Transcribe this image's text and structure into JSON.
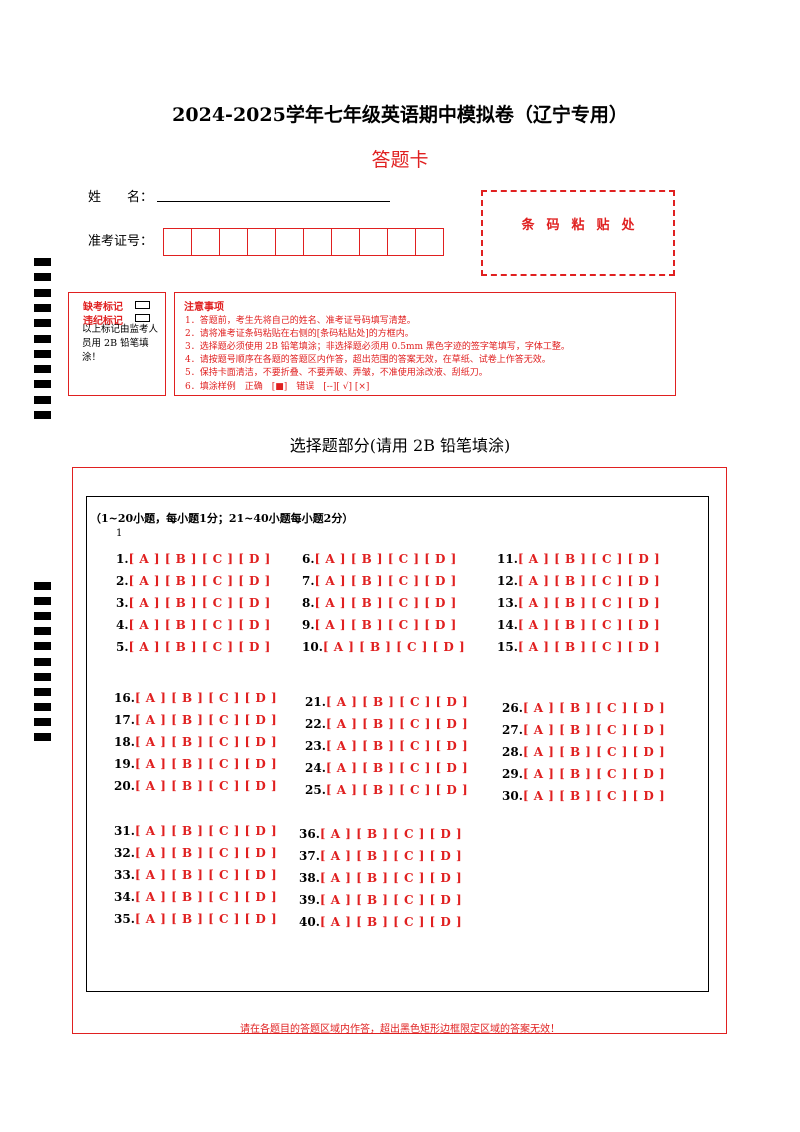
{
  "header": {
    "title": "2024-2025学年七年级英语期中模拟卷（辽宁专用）",
    "subtitle": "答题卡"
  },
  "candidate": {
    "name_label": "姓　　名：",
    "exam_no_label": "准考证号：",
    "exam_no_boxes": 10
  },
  "barcode": {
    "label": "条码粘贴处"
  },
  "marks": {
    "absent_label": "缺考标记",
    "violation_label": "违纪标记",
    "note": "以上标记由监考人员用 2B 铅笔填涂！"
  },
  "notes": {
    "title": "注意事项",
    "items": [
      "1．答题前，考生先将自己的姓名、准考证号码填写清楚。",
      "2．请将准考证条码粘贴在右侧的[条码粘贴处]的方框内。",
      "3．选择题必须使用 2B 铅笔填涂；非选择题必须用 0.5mm 黑色字迹的签字笔填写，字体工整。",
      "4．请按题号顺序在各题的答题区内作答，超出范围的答案无效，在草纸、试卷上作答无效。",
      "5．保持卡面清洁，不要折叠、不要弄破、弄皱，不准使用涂改液、刮纸刀。",
      "6．填涂样例　正确　[■]　错误　[--][ √] [×]"
    ]
  },
  "section": {
    "title": "选择题部分(请用 2B 铅笔填涂)",
    "instructions": "（1~20小题，每小题1分；21~40小题每小题2分）",
    "page_number": "1"
  },
  "questions": [
    {
      "num": "1.",
      "opts": "[ A ] [ B ] [ C ] [ D ]"
    },
    {
      "num": "2.",
      "opts": "[ A ] [ B ] [ C ] [ D ]"
    },
    {
      "num": "3.",
      "opts": "[ A ] [ B ] [ C ] [ D ]"
    },
    {
      "num": "4.",
      "opts": "[ A ] [ B ] [ C ] [ D ]"
    },
    {
      "num": "5.",
      "opts": "[ A ] [ B ] [ C ] [ D ]"
    },
    {
      "num": "6.",
      "opts": "[ A ] [ B ] [ C ] [ D ]"
    },
    {
      "num": "7.",
      "opts": "[ A ] [ B ] [ C ] [ D ]"
    },
    {
      "num": "8.",
      "opts": "[ A ] [ B ] [ C ] [ D ]"
    },
    {
      "num": "9.",
      "opts": "[ A ] [ B ] [ C ] [ D ]"
    },
    {
      "num": "10.",
      "opts": "[ A ] [ B ] [ C ] [ D ]"
    },
    {
      "num": "11.",
      "opts": "[ A ] [ B ] [ C ] [ D ]"
    },
    {
      "num": "12.",
      "opts": "[ A ] [ B ] [ C ] [ D ]"
    },
    {
      "num": "13.",
      "opts": "[ A ] [ B ] [ C ] [ D ]"
    },
    {
      "num": "14.",
      "opts": "[ A ] [ B ] [ C ] [ D ]"
    },
    {
      "num": "15.",
      "opts": "[ A ] [ B ] [ C ] [ D ]"
    },
    {
      "num": "16.",
      "opts": "[ A ] [ B ] [ C ] [ D ]"
    },
    {
      "num": "17.",
      "opts": "[ A ] [ B ] [ C ] [ D ]"
    },
    {
      "num": "18.",
      "opts": "[ A ] [ B ] [ C ] [ D ]"
    },
    {
      "num": "19.",
      "opts": "[ A ] [ B ] [ C ] [ D ]"
    },
    {
      "num": "20.",
      "opts": "[ A ] [ B ] [ C ] [ D ]"
    },
    {
      "num": "21.",
      "opts": "[ A ] [ B ] [ C ] [ D ]"
    },
    {
      "num": "22.",
      "opts": "[ A ] [ B ] [ C ] [ D ]"
    },
    {
      "num": "23.",
      "opts": "[ A ] [ B ] [ C ] [ D ]"
    },
    {
      "num": "24.",
      "opts": "[ A ] [ B ] [ C ] [ D ]"
    },
    {
      "num": "25.",
      "opts": "[ A ] [ B ] [ C ] [ D ]"
    },
    {
      "num": "26.",
      "opts": "[ A ] [ B ] [ C ] [ D ]"
    },
    {
      "num": "27.",
      "opts": "[ A ] [ B ] [ C ] [ D ]"
    },
    {
      "num": "28.",
      "opts": "[ A ] [ B ] [ C ] [ D ]"
    },
    {
      "num": "29.",
      "opts": "[ A ] [ B ] [ C ] [ D ]"
    },
    {
      "num": "30.",
      "opts": "[ A ] [ B ] [ C ] [ D ]"
    },
    {
      "num": "31.",
      "opts": "[ A ] [ B ] [ C ] [ D ]"
    },
    {
      "num": "32.",
      "opts": "[ A ] [ B ] [ C ] [ D ]"
    },
    {
      "num": "33.",
      "opts": "[ A ] [ B ] [ C ] [ D ]"
    },
    {
      "num": "34.",
      "opts": "[ A ] [ B ] [ C ] [ D ]"
    },
    {
      "num": "35.",
      "opts": "[ A ] [ B ] [ C ] [ D ]"
    },
    {
      "num": "36.",
      "opts": "[ A ] [ B ] [ C ] [ D ]"
    },
    {
      "num": "37.",
      "opts": "[ A ] [ B ] [ C ] [ D ]"
    },
    {
      "num": "38.",
      "opts": "[ A ] [ B ] [ C ] [ D ]"
    },
    {
      "num": "39.",
      "opts": "[ A ] [ B ] [ C ] [ D ]"
    },
    {
      "num": "40.",
      "opts": "[ A ] [ B ] [ C ] [ D ]"
    }
  ],
  "footer": "请在各题目的答题区域内作答，超出黑色矩形边框限定区域的答案无效！"
}
